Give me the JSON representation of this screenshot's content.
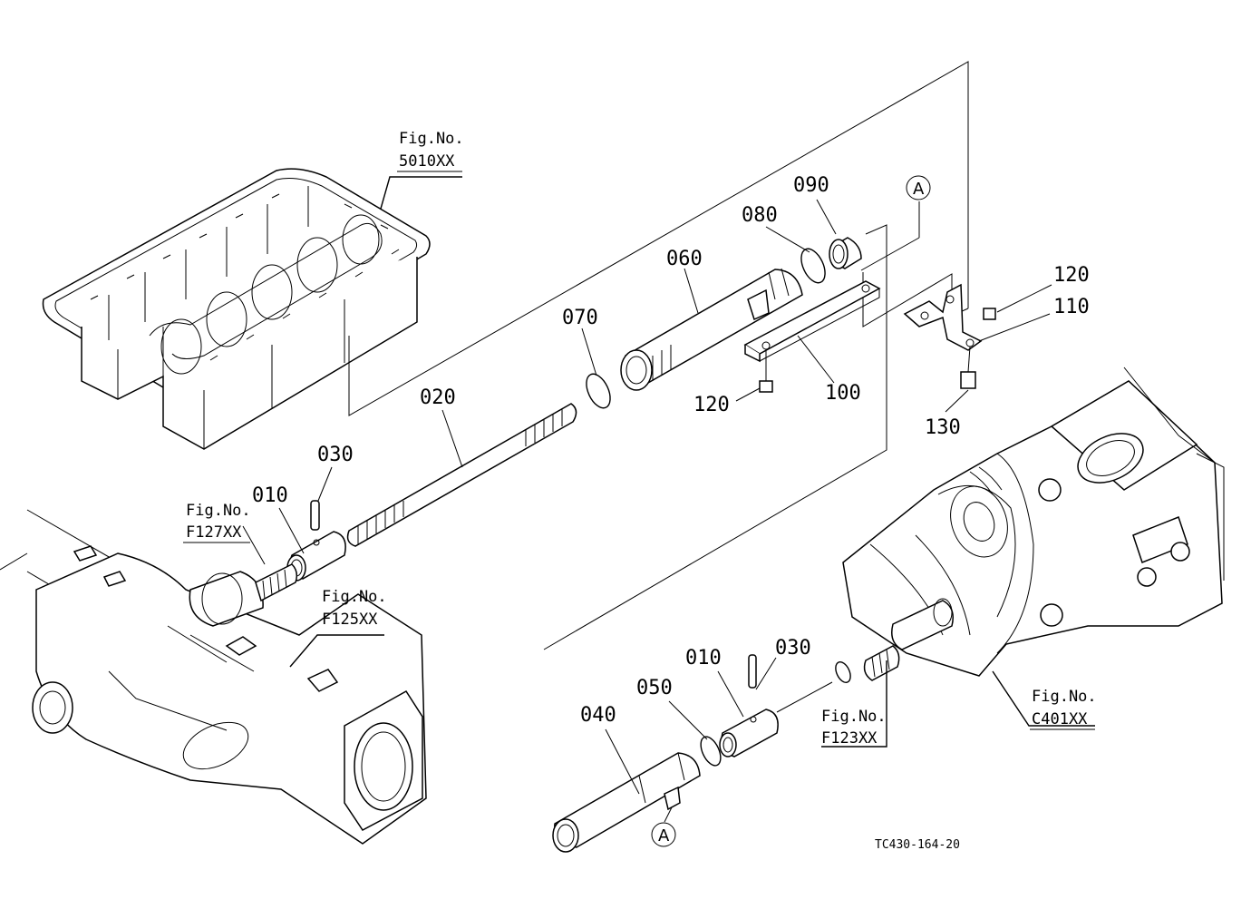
{
  "callouts": {
    "c010a": "010",
    "c010b": "010",
    "c020": "020",
    "c030a": "030",
    "c030b": "030",
    "c040": "040",
    "c050": "050",
    "c060": "060",
    "c070": "070",
    "c080": "080",
    "c090": "090",
    "c100": "100",
    "c110": "110",
    "c120a": "120",
    "c120b": "120",
    "c130": "130"
  },
  "markers": {
    "a1": "A",
    "a2": "A"
  },
  "figrefs": {
    "fig_prefix": "Fig.No.",
    "oil_pan": "5010XX",
    "front_axle": "F127XX",
    "front_housing": "F125XX",
    "shaft_case": "F123XX",
    "transmission": "C401XX"
  },
  "drawing_code": "TC430-164-20"
}
